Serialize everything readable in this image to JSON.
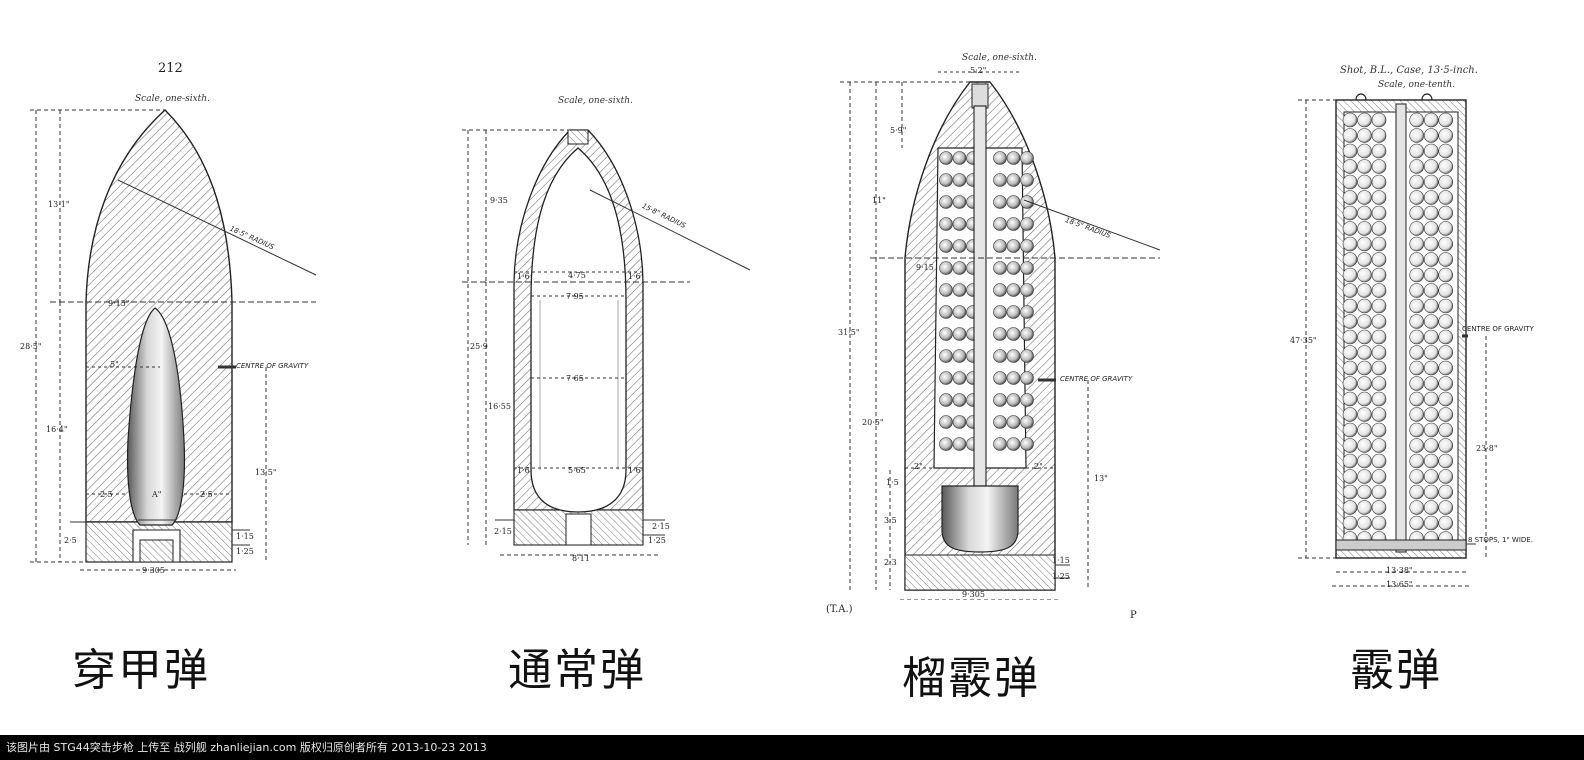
{
  "panels": [
    {
      "page_number": "212",
      "scale": "Scale, one-sixth.",
      "caption": "穿甲弹",
      "dims": {
        "overall": "28·5\"",
        "nose": "13·1\"",
        "base_to_cg": "16·4\"",
        "width_shoulder": "9·15\"",
        "cavity_width": "5\"",
        "radius": "18·5\" RADIUS",
        "cg_label": "CENTRE OF GRAVITY",
        "cg_height": "13·5\"",
        "wall_left": "2·5",
        "wall_right": "2·5",
        "base_h": "2·5",
        "cavity_base": "A\"",
        "base_a": "1·15",
        "base_b": "1·25",
        "base_width": "9·305"
      }
    },
    {
      "scale": "Scale, one-sixth.",
      "caption": "通常弹",
      "dims": {
        "nose": "9·35",
        "overall": "25·9",
        "lower": "16·55",
        "radius": "15·8\" RADIUS",
        "w1": "4·75",
        "w2": "7·95",
        "w3": "7·65",
        "w4": "5·65",
        "wall_top_l": "1·6",
        "wall_top_r": "1·6",
        "wall_bot_l": "1·6",
        "wall_bot_r": "1·6",
        "base_l": "2·15",
        "base_r1": "2·15",
        "base_r2": "1·25",
        "base_width": "8·11"
      }
    },
    {
      "scale": "Scale, one-sixth.",
      "caption": "榴霰弹",
      "dims": {
        "top_width": "5·2\"",
        "head": "5·9\"",
        "nose": "11\"",
        "overall": "31·5\"",
        "lower": "20·5\"",
        "radius": "18·5\" RADIUS",
        "width": "9·15",
        "cg_label": "CENTRE OF GRAVITY",
        "cg_height": "13\"",
        "wall_l": "2\"",
        "wall_r": "2\"",
        "b1": "1·5",
        "b2": "3·5",
        "b3": "2·3",
        "r1": "1·15",
        "r2": "1·25",
        "base_width": "9·305"
      },
      "corner_left": "(T.A.)",
      "corner_right": "P"
    },
    {
      "title": "Shot, B.L., Case, 13·5-inch.",
      "scale": "Scale, one-tenth.",
      "caption": "霰弹",
      "dims": {
        "overall": "47·35\"",
        "cg_label": "CENTRE OF GRAVITY",
        "cg_height": "23·8\"",
        "stops": "8 STOPS, 1\" WIDE.",
        "w1": "13·38\"",
        "w2": "13·65\""
      }
    }
  ],
  "footer": "该图片由 STG44突击步枪 上传至 战列舰 zhanliejian.com 版权归原创者所有 2013-10-23 2013"
}
